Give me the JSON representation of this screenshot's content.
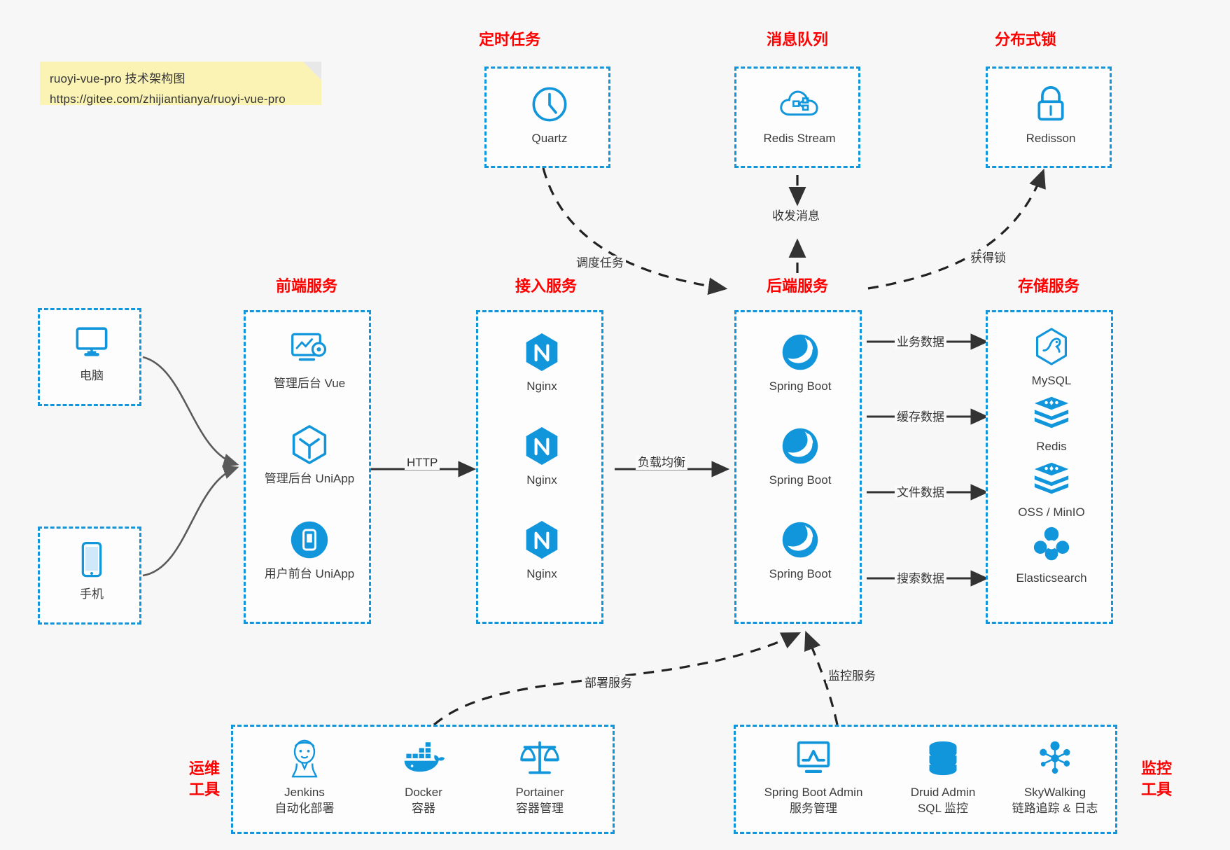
{
  "note": {
    "line1": "ruoyi-vue-pro 技术架构图",
    "line2": "https://gitee.com/zhijiantianya/ruoyi-vue-pro"
  },
  "colors": {
    "accent_blue": "#1296db",
    "group_title_red": "#ff0000",
    "background": "#f7f7f7",
    "text": "#3c3c3c",
    "arrow": "#333333",
    "note_yellow": "#fbf3b4"
  },
  "groups": {
    "scheduled_task": {
      "title": "定时任务"
    },
    "message_queue": {
      "title": "消息队列"
    },
    "distributed_lock": {
      "title": "分布式锁"
    },
    "frontend": {
      "title": "前端服务"
    },
    "gateway": {
      "title": "接入服务"
    },
    "backend": {
      "title": "后端服务"
    },
    "storage": {
      "title": "存储服务"
    },
    "devops": {
      "title_line1": "运维",
      "title_line2": "工具"
    },
    "monitor": {
      "title_line1": "监控",
      "title_line2": "工具"
    }
  },
  "nodes": {
    "quartz": {
      "label": "Quartz",
      "icon": "clock-icon"
    },
    "redis_stream": {
      "label": "Redis Stream",
      "icon": "cloud-queue-icon"
    },
    "redisson": {
      "label": "Redisson",
      "icon": "lock-icon"
    },
    "pc": {
      "label": "电脑",
      "icon": "desktop-icon"
    },
    "mobile": {
      "label": "手机",
      "icon": "phone-icon"
    },
    "frontend_items": [
      {
        "label": "管理后台 Vue",
        "icon": "dashboard-icon"
      },
      {
        "label": "管理后台 UniApp",
        "icon": "cube-icon"
      },
      {
        "label": "用户前台 UniApp",
        "icon": "app-icon"
      }
    ],
    "gateway_items": [
      {
        "label": "Nginx",
        "icon": "nginx-icon"
      },
      {
        "label": "Nginx",
        "icon": "nginx-icon"
      },
      {
        "label": "Nginx",
        "icon": "nginx-icon"
      }
    ],
    "backend_items": [
      {
        "label": "Spring Boot",
        "icon": "spring-icon"
      },
      {
        "label": "Spring Boot",
        "icon": "spring-icon"
      },
      {
        "label": "Spring Boot",
        "icon": "spring-icon"
      }
    ],
    "storage_items": [
      {
        "label": "MySQL",
        "icon": "mysql-icon"
      },
      {
        "label": "Redis",
        "icon": "redis-icon"
      },
      {
        "label": "OSS / MinIO",
        "icon": "oss-icon"
      },
      {
        "label": "Elasticsearch",
        "icon": "elasticsearch-icon"
      }
    ],
    "devops_items": [
      {
        "label": "Jenkins",
        "sub": "自动化部署",
        "icon": "jenkins-icon"
      },
      {
        "label": "Docker",
        "sub": "容器",
        "icon": "docker-icon"
      },
      {
        "label": "Portainer",
        "sub": "容器管理",
        "icon": "scales-icon"
      }
    ],
    "monitor_items": [
      {
        "label": "Spring Boot Admin",
        "sub": "服务管理",
        "icon": "monitor-chart-icon"
      },
      {
        "label": "Druid Admin",
        "sub": "SQL 监控",
        "icon": "database-icon"
      },
      {
        "label": "SkyWalking",
        "sub": "链路追踪 & 日志",
        "icon": "skywalking-icon"
      }
    ]
  },
  "edges": {
    "schedule_task": "调度任务",
    "send_receive_message": "收发消息",
    "acquire_lock": "获得锁",
    "http": "HTTP",
    "load_balance": "负载均衡",
    "business_data": "业务数据",
    "cache_data": "缓存数据",
    "file_data": "文件数据",
    "search_data": "搜索数据",
    "deploy_service": "部署服务",
    "monitor_service": "监控服务"
  }
}
